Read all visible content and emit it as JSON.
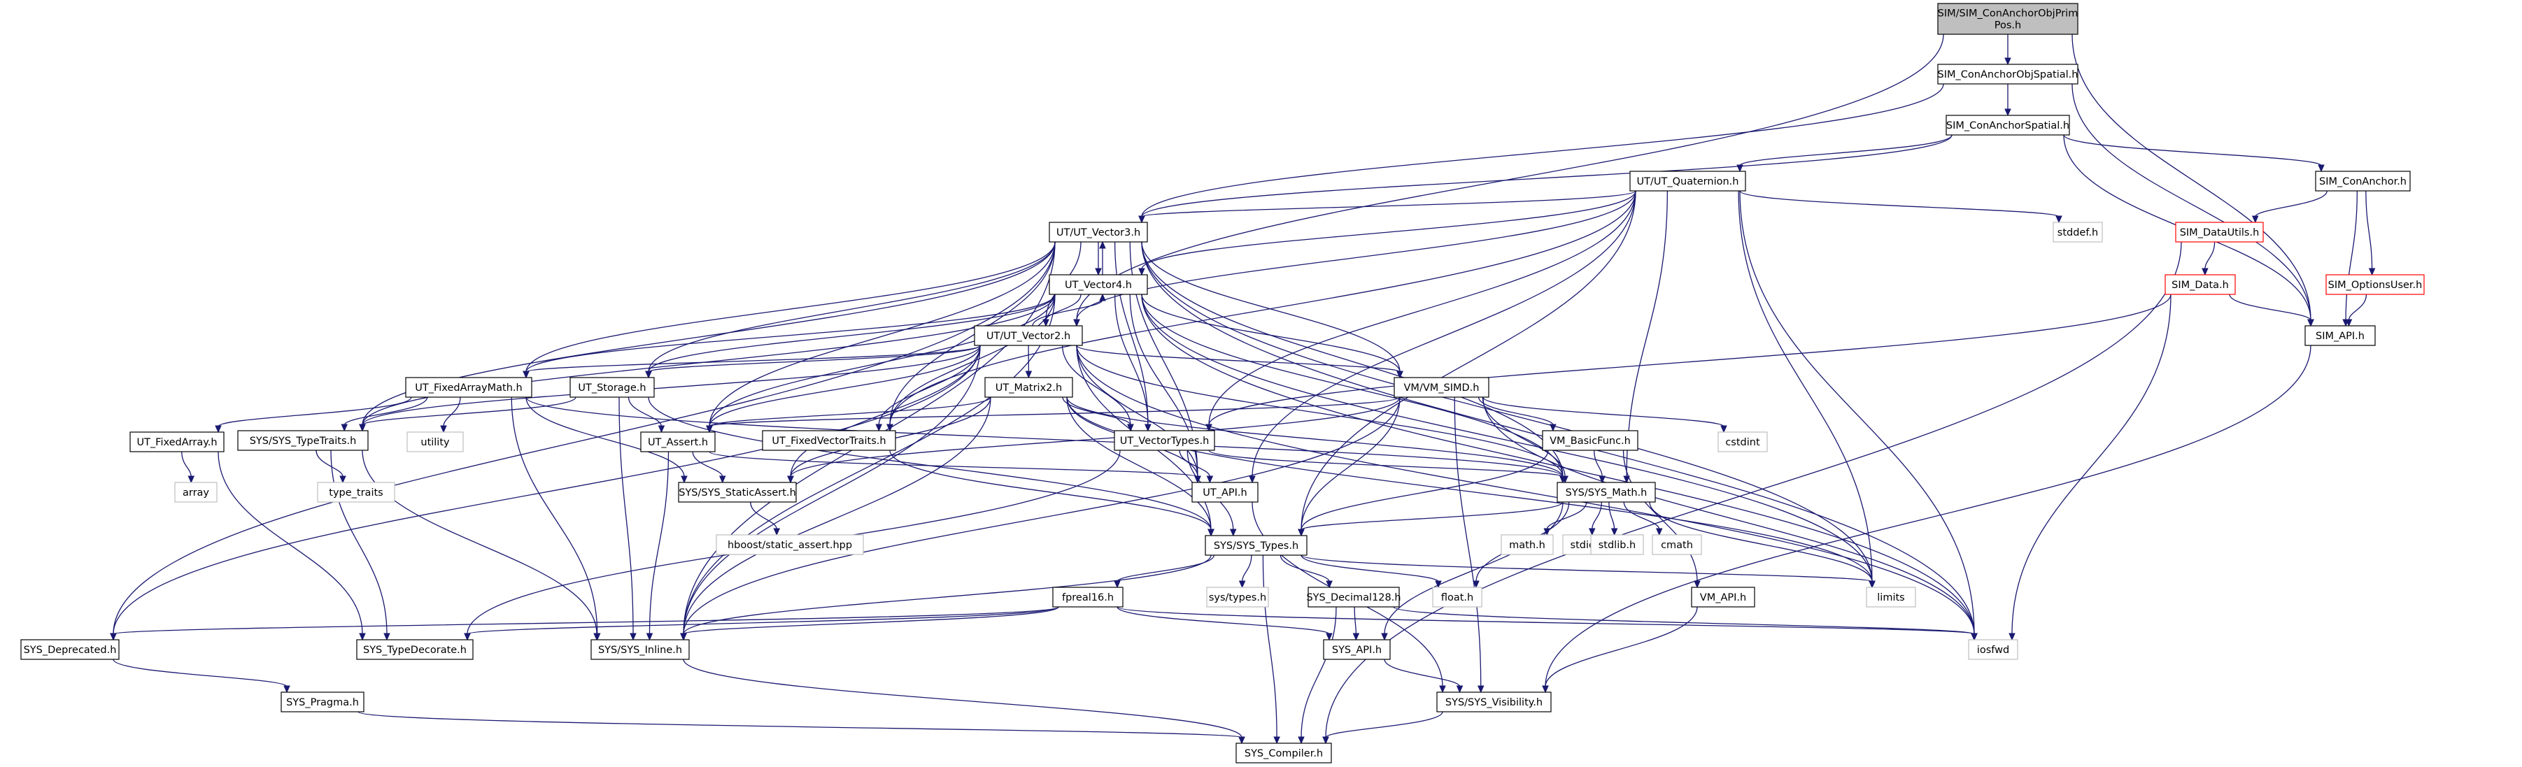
{
  "graph": {
    "title": "",
    "nodes": [
      {
        "id": "root",
        "lines": [
          "SIM/SIM_ConAnchorObjPrim",
          "Pos.h"
        ],
        "style": "root"
      },
      {
        "id": "objspatial",
        "lines": [
          "SIM_ConAnchorObjSpatial.h"
        ],
        "style": "normal"
      },
      {
        "id": "spatial",
        "lines": [
          "SIM_ConAnchorSpatial.h"
        ],
        "style": "normal"
      },
      {
        "id": "quat",
        "lines": [
          "UT/UT_Quaternion.h"
        ],
        "style": "normal"
      },
      {
        "id": "conanchor",
        "lines": [
          "SIM_ConAnchor.h"
        ],
        "style": "normal"
      },
      {
        "id": "vec3",
        "lines": [
          "UT/UT_Vector3.h"
        ],
        "style": "normal"
      },
      {
        "id": "stddef",
        "lines": [
          "stddef.h"
        ],
        "style": "external"
      },
      {
        "id": "datautils",
        "lines": [
          "SIM_DataUtils.h"
        ],
        "style": "missing"
      },
      {
        "id": "vec4",
        "lines": [
          "UT_Vector4.h"
        ],
        "style": "normal"
      },
      {
        "id": "simdata",
        "lines": [
          "SIM_Data.h"
        ],
        "style": "missing"
      },
      {
        "id": "optuser",
        "lines": [
          "SIM_OptionsUser.h"
        ],
        "style": "missing"
      },
      {
        "id": "vec2",
        "lines": [
          "UT/UT_Vector2.h"
        ],
        "style": "normal"
      },
      {
        "id": "simapi",
        "lines": [
          "SIM_API.h"
        ],
        "style": "normal"
      },
      {
        "id": "fixedarraymath",
        "lines": [
          "UT_FixedArrayMath.h"
        ],
        "style": "normal"
      },
      {
        "id": "storage",
        "lines": [
          "UT_Storage.h"
        ],
        "style": "normal"
      },
      {
        "id": "matrix2",
        "lines": [
          "UT_Matrix2.h"
        ],
        "style": "normal"
      },
      {
        "id": "vmsimd",
        "lines": [
          "VM/VM_SIMD.h"
        ],
        "style": "normal"
      },
      {
        "id": "fixedarray",
        "lines": [
          "UT_FixedArray.h"
        ],
        "style": "normal"
      },
      {
        "id": "typetraits",
        "lines": [
          "SYS/SYS_TypeTraits.h"
        ],
        "style": "normal"
      },
      {
        "id": "utility",
        "lines": [
          "utility"
        ],
        "style": "external"
      },
      {
        "id": "assert",
        "lines": [
          "UT_Assert.h"
        ],
        "style": "normal"
      },
      {
        "id": "fvtraits",
        "lines": [
          "UT_FixedVectorTraits.h"
        ],
        "style": "normal"
      },
      {
        "id": "vectypes",
        "lines": [
          "UT_VectorTypes.h"
        ],
        "style": "normal"
      },
      {
        "id": "basicfunc",
        "lines": [
          "VM_BasicFunc.h"
        ],
        "style": "normal"
      },
      {
        "id": "cstdint",
        "lines": [
          "cstdint"
        ],
        "style": "external"
      },
      {
        "id": "array",
        "lines": [
          "array"
        ],
        "style": "external"
      },
      {
        "id": "typetraitsstd",
        "lines": [
          "type_traits"
        ],
        "style": "external"
      },
      {
        "id": "staticassert",
        "lines": [
          "SYS/SYS_StaticAssert.h"
        ],
        "style": "normal"
      },
      {
        "id": "utapi",
        "lines": [
          "UT_API.h"
        ],
        "style": "normal"
      },
      {
        "id": "sysmath",
        "lines": [
          "SYS/SYS_Math.h"
        ],
        "style": "normal"
      },
      {
        "id": "hboost",
        "lines": [
          "hboost/static_assert.hpp"
        ],
        "style": "external"
      },
      {
        "id": "mathh",
        "lines": [
          "math.h"
        ],
        "style": "external"
      },
      {
        "id": "stdio",
        "lines": [
          "stdio.h"
        ],
        "style": "external"
      },
      {
        "id": "stdlib",
        "lines": [
          "stdlib.h"
        ],
        "style": "external"
      },
      {
        "id": "cmath",
        "lines": [
          "cmath"
        ],
        "style": "external"
      },
      {
        "id": "systypes",
        "lines": [
          "SYS/SYS_Types.h"
        ],
        "style": "normal"
      },
      {
        "id": "limits",
        "lines": [
          "limits"
        ],
        "style": "external"
      },
      {
        "id": "fpreal16",
        "lines": [
          "fpreal16.h"
        ],
        "style": "normal"
      },
      {
        "id": "systypesh",
        "lines": [
          "sys/types.h"
        ],
        "style": "external"
      },
      {
        "id": "decimal",
        "lines": [
          "SYS_Decimal128.h"
        ],
        "style": "normal"
      },
      {
        "id": "floath",
        "lines": [
          "float.h"
        ],
        "style": "external"
      },
      {
        "id": "vmapi",
        "lines": [
          "VM_API.h"
        ],
        "style": "normal"
      },
      {
        "id": "deprecated",
        "lines": [
          "SYS_Deprecated.h"
        ],
        "style": "normal"
      },
      {
        "id": "typedecorate",
        "lines": [
          "SYS_TypeDecorate.h"
        ],
        "style": "normal"
      },
      {
        "id": "inline",
        "lines": [
          "SYS/SYS_Inline.h"
        ],
        "style": "normal"
      },
      {
        "id": "sysapi",
        "lines": [
          "SYS_API.h"
        ],
        "style": "normal"
      },
      {
        "id": "iosfwd",
        "lines": [
          "iosfwd"
        ],
        "style": "external"
      },
      {
        "id": "pragma",
        "lines": [
          "SYS_Pragma.h"
        ],
        "style": "normal"
      },
      {
        "id": "visibility",
        "lines": [
          "SYS/SYS_Visibility.h"
        ],
        "style": "normal"
      },
      {
        "id": "compiler",
        "lines": [
          "SYS_Compiler.h"
        ],
        "style": "normal"
      }
    ],
    "edges": [
      [
        "root",
        "objspatial"
      ],
      [
        "root",
        "vec2"
      ],
      [
        "root",
        "simapi"
      ],
      [
        "objspatial",
        "spatial"
      ],
      [
        "objspatial",
        "vec3"
      ],
      [
        "objspatial",
        "simapi"
      ],
      [
        "spatial",
        "quat"
      ],
      [
        "spatial",
        "conanchor"
      ],
      [
        "spatial",
        "vec3"
      ],
      [
        "spatial",
        "simapi"
      ],
      [
        "quat",
        "vec3"
      ],
      [
        "quat",
        "vec4"
      ],
      [
        "quat",
        "vec2"
      ],
      [
        "quat",
        "stddef"
      ],
      [
        "quat",
        "vectypes"
      ],
      [
        "quat",
        "sysmath"
      ],
      [
        "quat",
        "systypes"
      ],
      [
        "quat",
        "utapi"
      ],
      [
        "quat",
        "iosfwd"
      ],
      [
        "quat",
        "limits"
      ],
      [
        "quat",
        "fvtraits"
      ],
      [
        "conanchor",
        "datautils"
      ],
      [
        "conanchor",
        "optuser"
      ],
      [
        "conanchor",
        "simapi"
      ],
      [
        "datautils",
        "simdata"
      ],
      [
        "datautils",
        "compiler"
      ],
      [
        "simdata",
        "simapi"
      ],
      [
        "simdata",
        "vectypes"
      ],
      [
        "simdata",
        "iosfwd"
      ],
      [
        "optuser",
        "simapi"
      ],
      [
        "simapi",
        "visibility"
      ],
      [
        "vec3",
        "vec4"
      ],
      [
        "vec3",
        "vec2"
      ],
      [
        "vec3",
        "fixedarraymath"
      ],
      [
        "vec3",
        "storage"
      ],
      [
        "vec3",
        "assert"
      ],
      [
        "vec3",
        "fvtraits"
      ],
      [
        "vec3",
        "vectypes"
      ],
      [
        "vec3",
        "sysmath"
      ],
      [
        "vec3",
        "inline"
      ],
      [
        "vec3",
        "deprecated"
      ],
      [
        "vec3",
        "typetraits"
      ],
      [
        "vec3",
        "utapi"
      ],
      [
        "vec3",
        "iosfwd"
      ],
      [
        "vec3",
        "limits"
      ],
      [
        "vec3",
        "vmsimd"
      ],
      [
        "vec4",
        "vec3"
      ],
      [
        "vec4",
        "vec2"
      ],
      [
        "vec4",
        "fixedarraymath"
      ],
      [
        "vec4",
        "storage"
      ],
      [
        "vec4",
        "assert"
      ],
      [
        "vec4",
        "fvtraits"
      ],
      [
        "vec4",
        "vectypes"
      ],
      [
        "vec4",
        "sysmath"
      ],
      [
        "vec4",
        "vmsimd"
      ],
      [
        "vec4",
        "utapi"
      ],
      [
        "vec4",
        "iosfwd"
      ],
      [
        "vec4",
        "limits"
      ],
      [
        "vec4",
        "inline"
      ],
      [
        "vec4",
        "typetraits"
      ],
      [
        "vec2",
        "vec4"
      ],
      [
        "vec2",
        "matrix2"
      ],
      [
        "vec2",
        "fixedarraymath"
      ],
      [
        "vec2",
        "storage"
      ],
      [
        "vec2",
        "assert"
      ],
      [
        "vec2",
        "fvtraits"
      ],
      [
        "vec2",
        "vectypes"
      ],
      [
        "vec2",
        "sysmath"
      ],
      [
        "vec2",
        "utapi"
      ],
      [
        "vec2",
        "iosfwd"
      ],
      [
        "vec2",
        "inline"
      ],
      [
        "vec2",
        "deprecated"
      ],
      [
        "vec2",
        "typetraits"
      ],
      [
        "vec2",
        "staticassert"
      ],
      [
        "vec2",
        "systypes"
      ],
      [
        "vec2",
        "vmsimd"
      ],
      [
        "matrix2",
        "vectypes"
      ],
      [
        "matrix2",
        "sysmath"
      ],
      [
        "matrix2",
        "assert"
      ],
      [
        "matrix2",
        "utapi"
      ],
      [
        "matrix2",
        "systypes"
      ],
      [
        "matrix2",
        "inline"
      ],
      [
        "matrix2",
        "staticassert"
      ],
      [
        "matrix2",
        "limits"
      ],
      [
        "vmsimd",
        "basicfunc"
      ],
      [
        "vmsimd",
        "sysmath"
      ],
      [
        "vmsimd",
        "systypes"
      ],
      [
        "vmsimd",
        "inline"
      ],
      [
        "vmsimd",
        "cstdint"
      ],
      [
        "vmsimd",
        "visibility"
      ],
      [
        "vmsimd",
        "iosfwd"
      ],
      [
        "vmsimd",
        "assert"
      ],
      [
        "vmsimd",
        "staticassert"
      ],
      [
        "fixedarraymath",
        "fixedarray"
      ],
      [
        "fixedarraymath",
        "typetraits"
      ],
      [
        "fixedarraymath",
        "utility"
      ],
      [
        "fixedarraymath",
        "inline"
      ],
      [
        "fixedarraymath",
        "staticassert"
      ],
      [
        "fixedarraymath",
        "sysmath"
      ],
      [
        "storage",
        "assert"
      ],
      [
        "storage",
        "typetraits"
      ],
      [
        "storage",
        "inline"
      ],
      [
        "storage",
        "systypes"
      ],
      [
        "fixedarray",
        "array"
      ],
      [
        "fixedarray",
        "typedecorate"
      ],
      [
        "typetraits",
        "typetraitsstd"
      ],
      [
        "typetraits",
        "typedecorate"
      ],
      [
        "typetraits",
        "inline"
      ],
      [
        "assert",
        "staticassert"
      ],
      [
        "assert",
        "utapi"
      ],
      [
        "assert",
        "inline"
      ],
      [
        "fvtraits",
        "systypes"
      ],
      [
        "vectypes",
        "sysmath"
      ],
      [
        "vectypes",
        "utapi"
      ],
      [
        "vectypes",
        "systypes"
      ],
      [
        "vectypes",
        "typedecorate"
      ],
      [
        "basicfunc",
        "sysmath"
      ],
      [
        "basicfunc",
        "vmapi"
      ],
      [
        "basicfunc",
        "systypes"
      ],
      [
        "staticassert",
        "hboost"
      ],
      [
        "utapi",
        "visibility"
      ],
      [
        "sysmath",
        "systypes"
      ],
      [
        "sysmath",
        "mathh"
      ],
      [
        "sysmath",
        "stdio"
      ],
      [
        "sysmath",
        "stdlib"
      ],
      [
        "sysmath",
        "cmath"
      ],
      [
        "sysmath",
        "floath"
      ],
      [
        "sysmath",
        "limits"
      ],
      [
        "sysmath",
        "sysapi"
      ],
      [
        "systypes",
        "fpreal16"
      ],
      [
        "systypes",
        "systypesh"
      ],
      [
        "systypes",
        "decimal"
      ],
      [
        "systypes",
        "floath"
      ],
      [
        "systypes",
        "limits"
      ],
      [
        "systypes",
        "inline"
      ],
      [
        "systypes",
        "compiler"
      ],
      [
        "fpreal16",
        "deprecated"
      ],
      [
        "fpreal16",
        "typedecorate"
      ],
      [
        "fpreal16",
        "inline"
      ],
      [
        "fpreal16",
        "sysapi"
      ],
      [
        "fpreal16",
        "iosfwd"
      ],
      [
        "decimal",
        "sysapi"
      ],
      [
        "decimal",
        "compiler"
      ],
      [
        "decimal",
        "iosfwd"
      ],
      [
        "vmapi",
        "visibility"
      ],
      [
        "deprecated",
        "pragma"
      ],
      [
        "inline",
        "compiler"
      ],
      [
        "sysapi",
        "visibility"
      ],
      [
        "pragma",
        "compiler"
      ],
      [
        "visibility",
        "compiler"
      ]
    ]
  }
}
